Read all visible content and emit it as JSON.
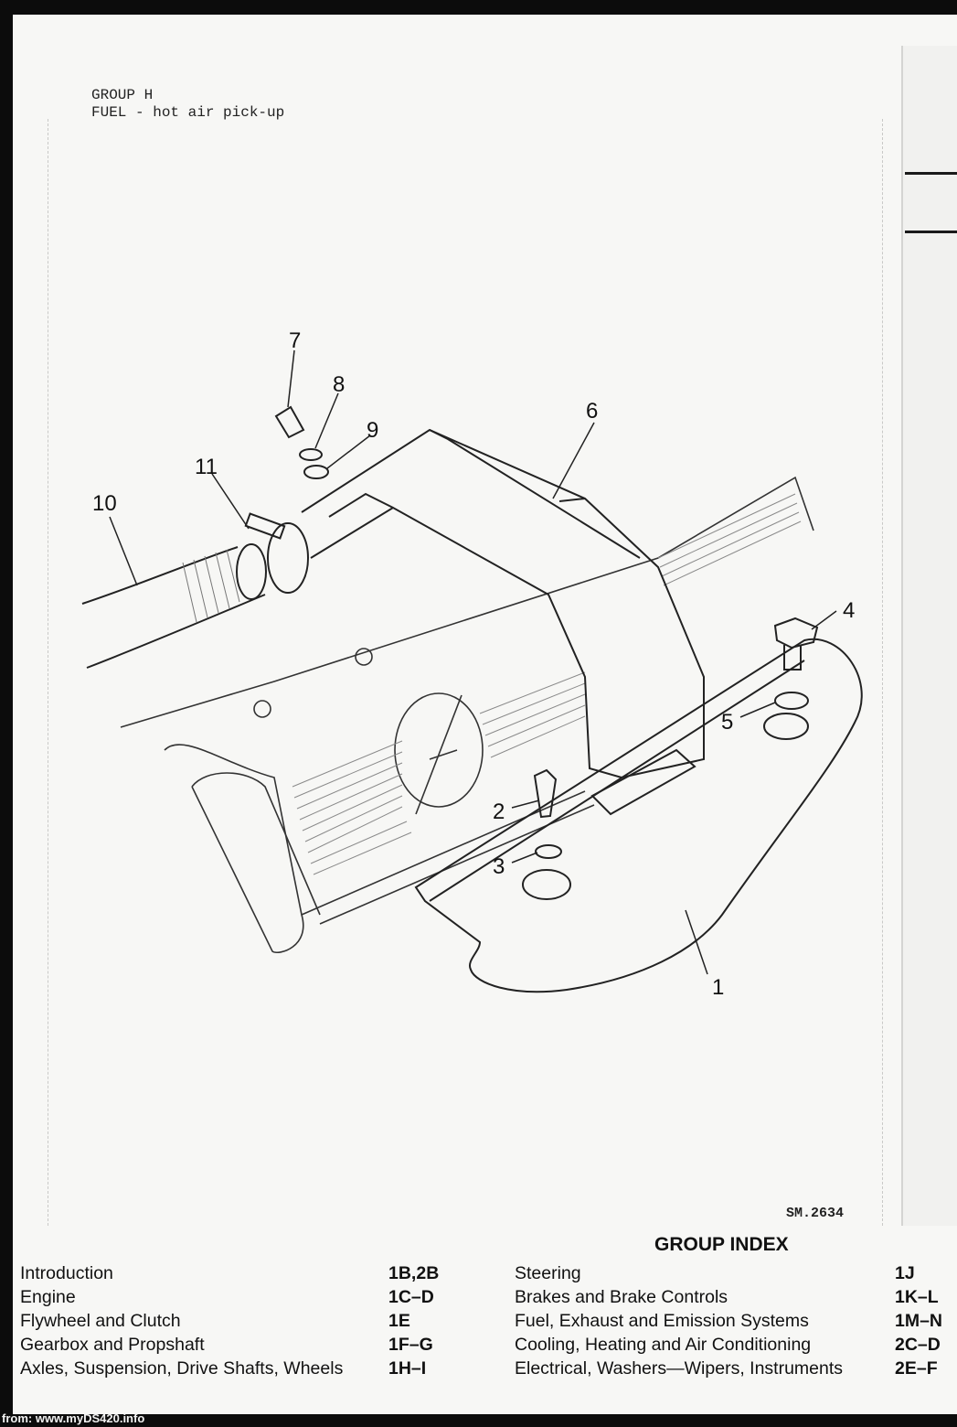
{
  "header": {
    "group_line": "GROUP H",
    "title_line": "FUEL - hot air pick-up"
  },
  "figure": {
    "reference": "SM.2634",
    "callouts": [
      "1",
      "2",
      "3",
      "4",
      "5",
      "6",
      "7",
      "8",
      "9",
      "10",
      "11"
    ]
  },
  "group_index": {
    "title": "GROUP INDEX",
    "left": [
      {
        "label": "Introduction",
        "code": "1B,2B"
      },
      {
        "label": "Engine",
        "code": "1C–D"
      },
      {
        "label": "Flywheel and Clutch",
        "code": "1E"
      },
      {
        "label": "Gearbox and Propshaft",
        "code": "1F–G"
      },
      {
        "label": "Axles, Suspension, Drive Shafts, Wheels",
        "code": "1H–I"
      }
    ],
    "right": [
      {
        "label": "Steering",
        "code": "1J"
      },
      {
        "label": "Brakes and Brake Controls",
        "code": "1K–L"
      },
      {
        "label": "Fuel, Exhaust and Emission Systems",
        "code": "1M–N"
      },
      {
        "label": "Cooling, Heating and Air Conditioning",
        "code": "2C–D"
      },
      {
        "label": "Electrical, Washers—Wipers, Instruments",
        "code": "2E–F"
      }
    ]
  },
  "footer": {
    "source": "from: www.myDS420.info"
  }
}
